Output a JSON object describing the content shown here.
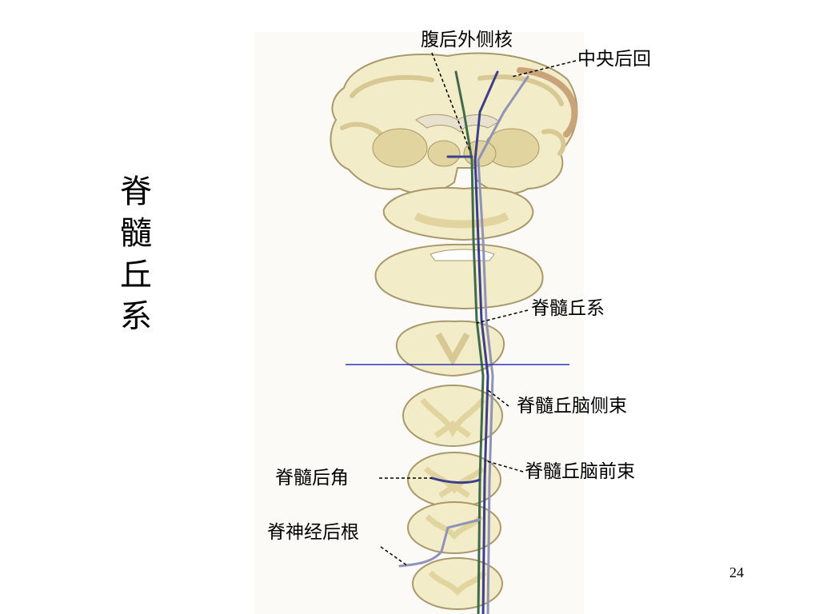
{
  "title_chars": [
    "脊",
    "髓",
    "丘",
    "系"
  ],
  "labels": {
    "vpl_nucleus": "腹后外侧核",
    "postcentral_gyrus": "中央后回",
    "spinothalamic_system": "脊髓丘系",
    "lateral_spinothalamic_tract": "脊髓丘脑侧束",
    "anterior_spinothalamic_tract": "脊髓丘脑前束",
    "posterior_horn": "脊髓后角",
    "dorsal_root": "脊神经后根"
  },
  "page_number": "24",
  "colors": {
    "tissue": "#f3ecc9",
    "tissue_edge": "#a9986a",
    "grey_matter": "#e2d49e",
    "tract_blue": "#3b3f8c",
    "tract_green": "#3f6b4a",
    "marker_line": "#2a33b8"
  }
}
